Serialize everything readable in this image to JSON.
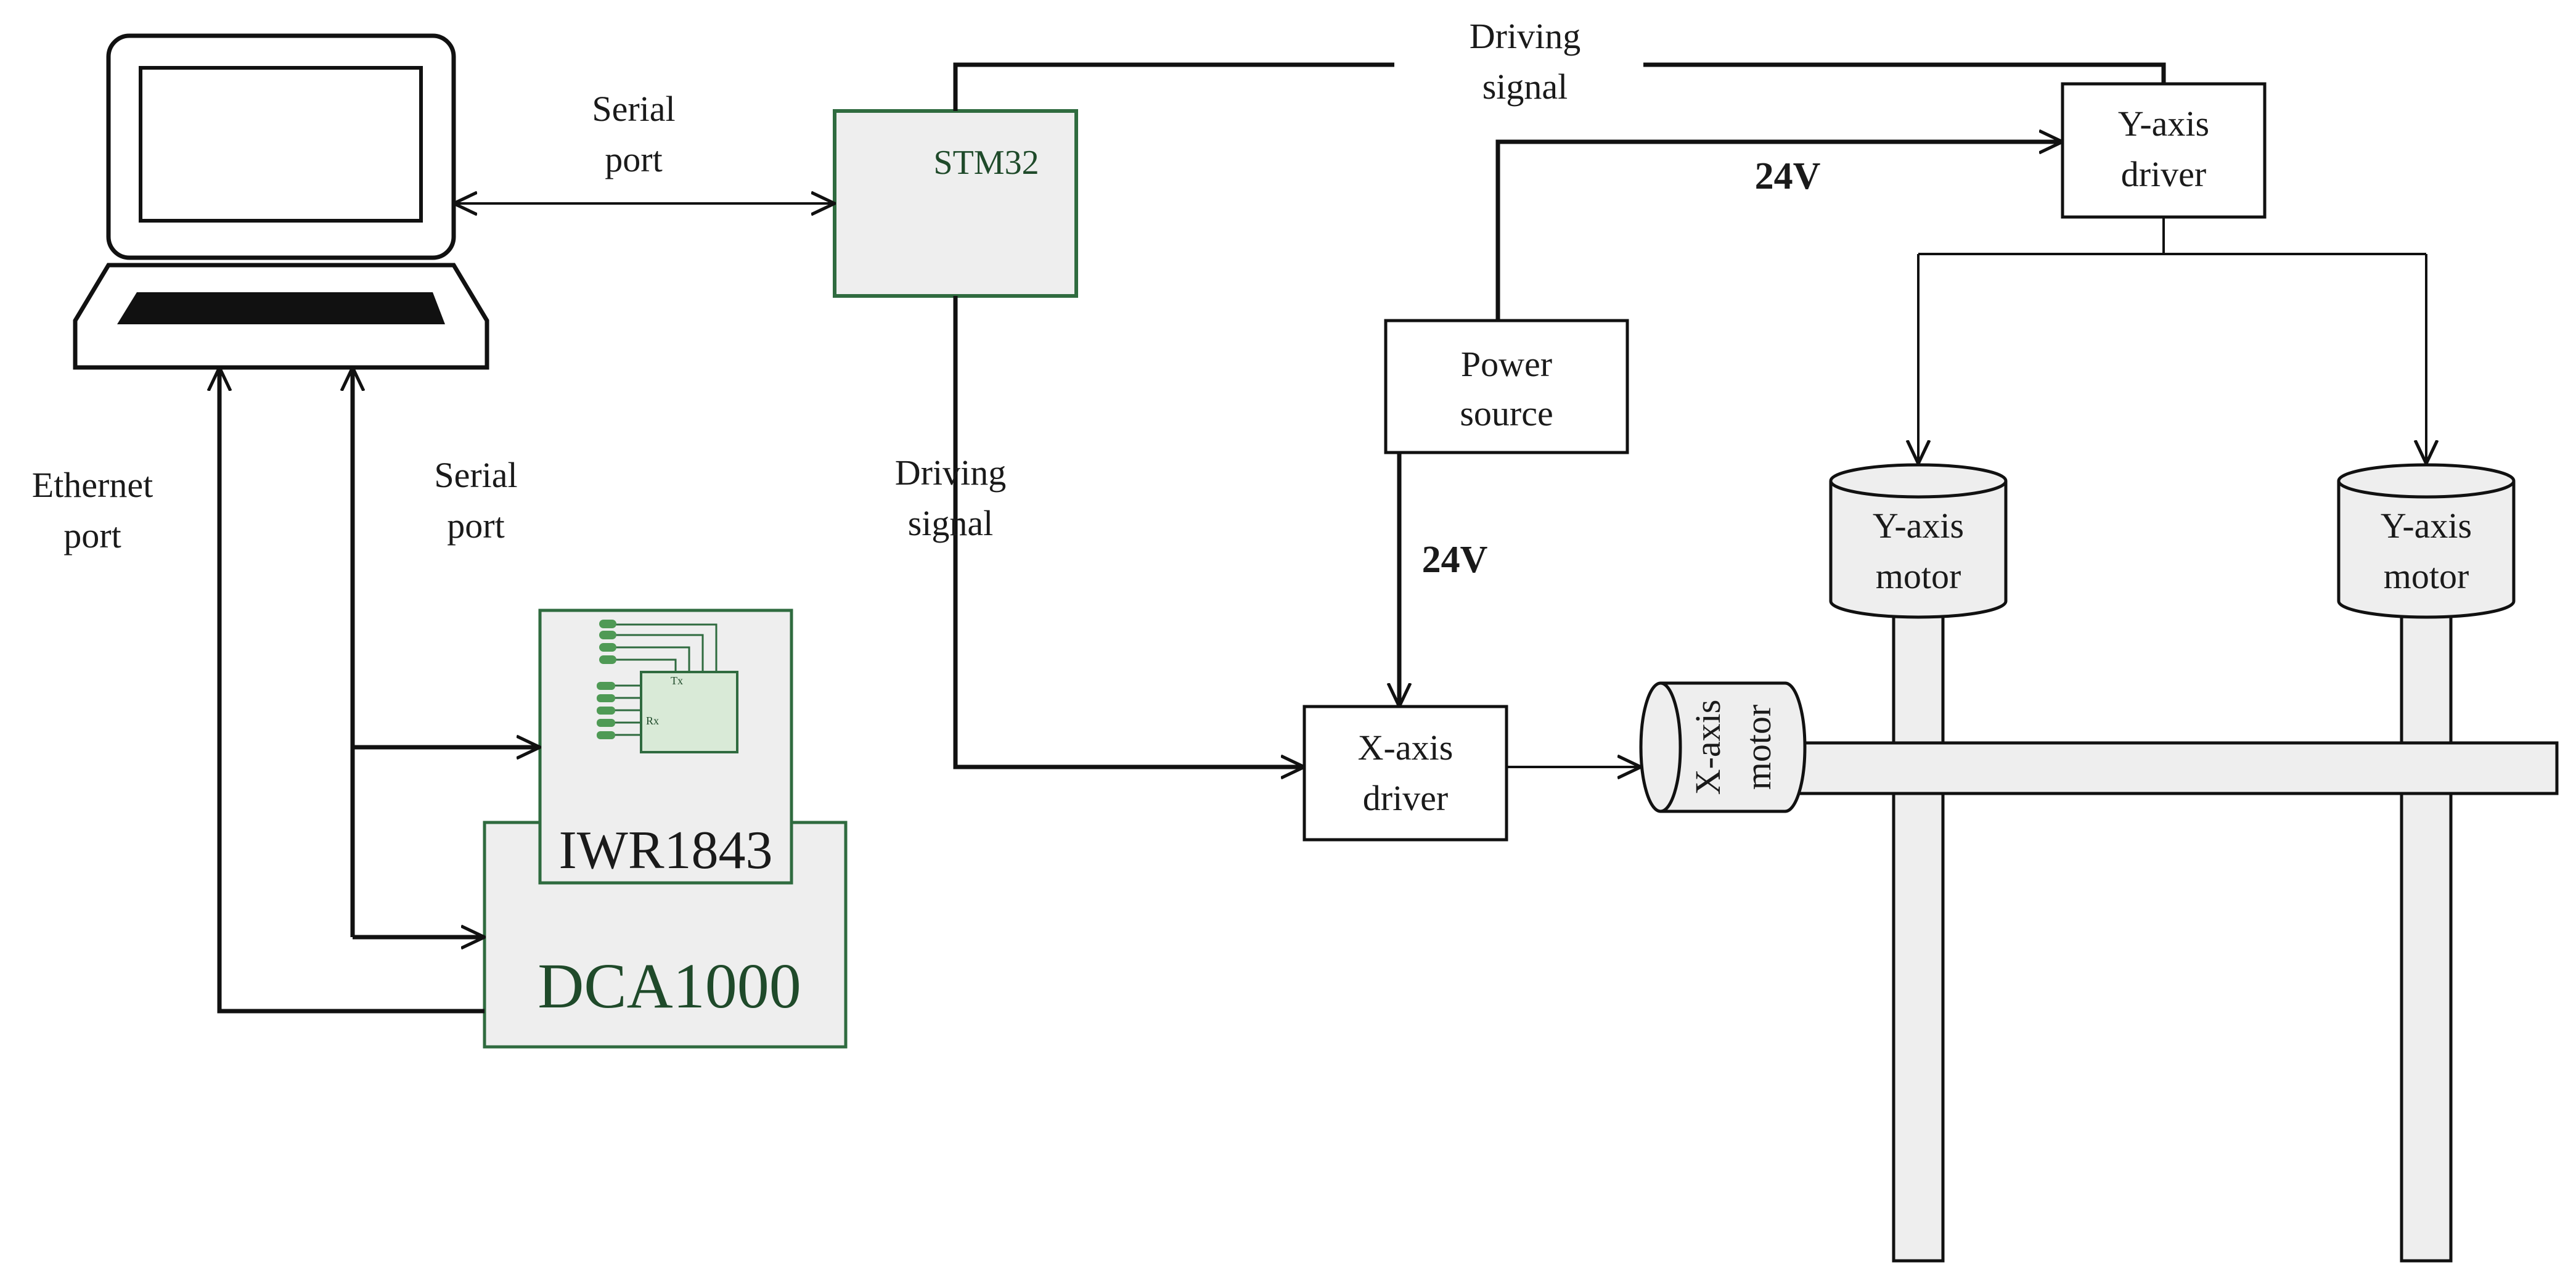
{
  "nodes": {
    "stm32": "STM32",
    "iwr1843": "IWR1843",
    "iwr_tx": "Tx",
    "iwr_rx": "Rx",
    "dca1000": "DCA1000",
    "power_source": [
      "Power",
      "source"
    ],
    "x_axis_driver": [
      "X-axis",
      "driver"
    ],
    "y_axis_driver": [
      "Y-axis",
      "driver"
    ],
    "x_axis_motor": [
      "X-axis",
      "motor"
    ],
    "y_axis_motor_left": [
      "Y-axis",
      "motor"
    ],
    "y_axis_motor_right": [
      "Y-axis",
      "motor"
    ]
  },
  "edge_labels": {
    "serial_port_top": [
      "Serial",
      "port"
    ],
    "serial_port_left": [
      "Serial",
      "port"
    ],
    "ethernet_port": [
      "Ethernet",
      "port"
    ],
    "driving_signal_top": [
      "Driving",
      "signal"
    ],
    "driving_signal_mid": [
      "Driving",
      "signal"
    ],
    "voltage_top": "24V",
    "voltage_mid": "24V"
  },
  "colors": {
    "module_fill": "#eeeeee",
    "module_border": "#2f6b3f",
    "module_text": "#1f4a2a",
    "wire": "#111111"
  },
  "icons": {
    "computer": "laptop-icon",
    "arrowhead": "arrowhead-icon"
  }
}
